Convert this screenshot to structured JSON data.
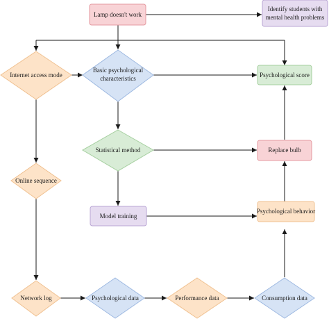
{
  "nodes": {
    "lamp": {
      "label": "Lamp doesn't work"
    },
    "identify": {
      "line1": "Identify students with",
      "line2": "mental health problems"
    },
    "internet": {
      "label": "Internet access mode"
    },
    "basic": {
      "line1": "Basic psychological",
      "line2": "characteristics"
    },
    "psych_score": {
      "label": "Psychological score"
    },
    "statistical": {
      "label": "Statistical method"
    },
    "replace": {
      "label": "Replace bulb"
    },
    "online": {
      "label": "Online sequence"
    },
    "model": {
      "label": "Model training"
    },
    "behavior": {
      "label": "Psychological behavior"
    },
    "network": {
      "label": "Network log"
    },
    "psych_data": {
      "label": "Psychological data"
    },
    "performance": {
      "label": "Performance data"
    },
    "consumption": {
      "label": "Consumption data"
    }
  },
  "colors": {
    "red_fill": "#f8d3d6",
    "red_stroke": "#e49aa0",
    "purple_fill": "#e6dcf0",
    "purple_stroke": "#b9a6d4",
    "orange_fill": "#fde3c8",
    "orange_stroke": "#f0c191",
    "blue_fill": "#d6e3f5",
    "blue_stroke": "#9eb9e1",
    "green_fill": "#d8ecd6",
    "green_stroke": "#a5cf9f",
    "line": "#1a1a1a"
  }
}
